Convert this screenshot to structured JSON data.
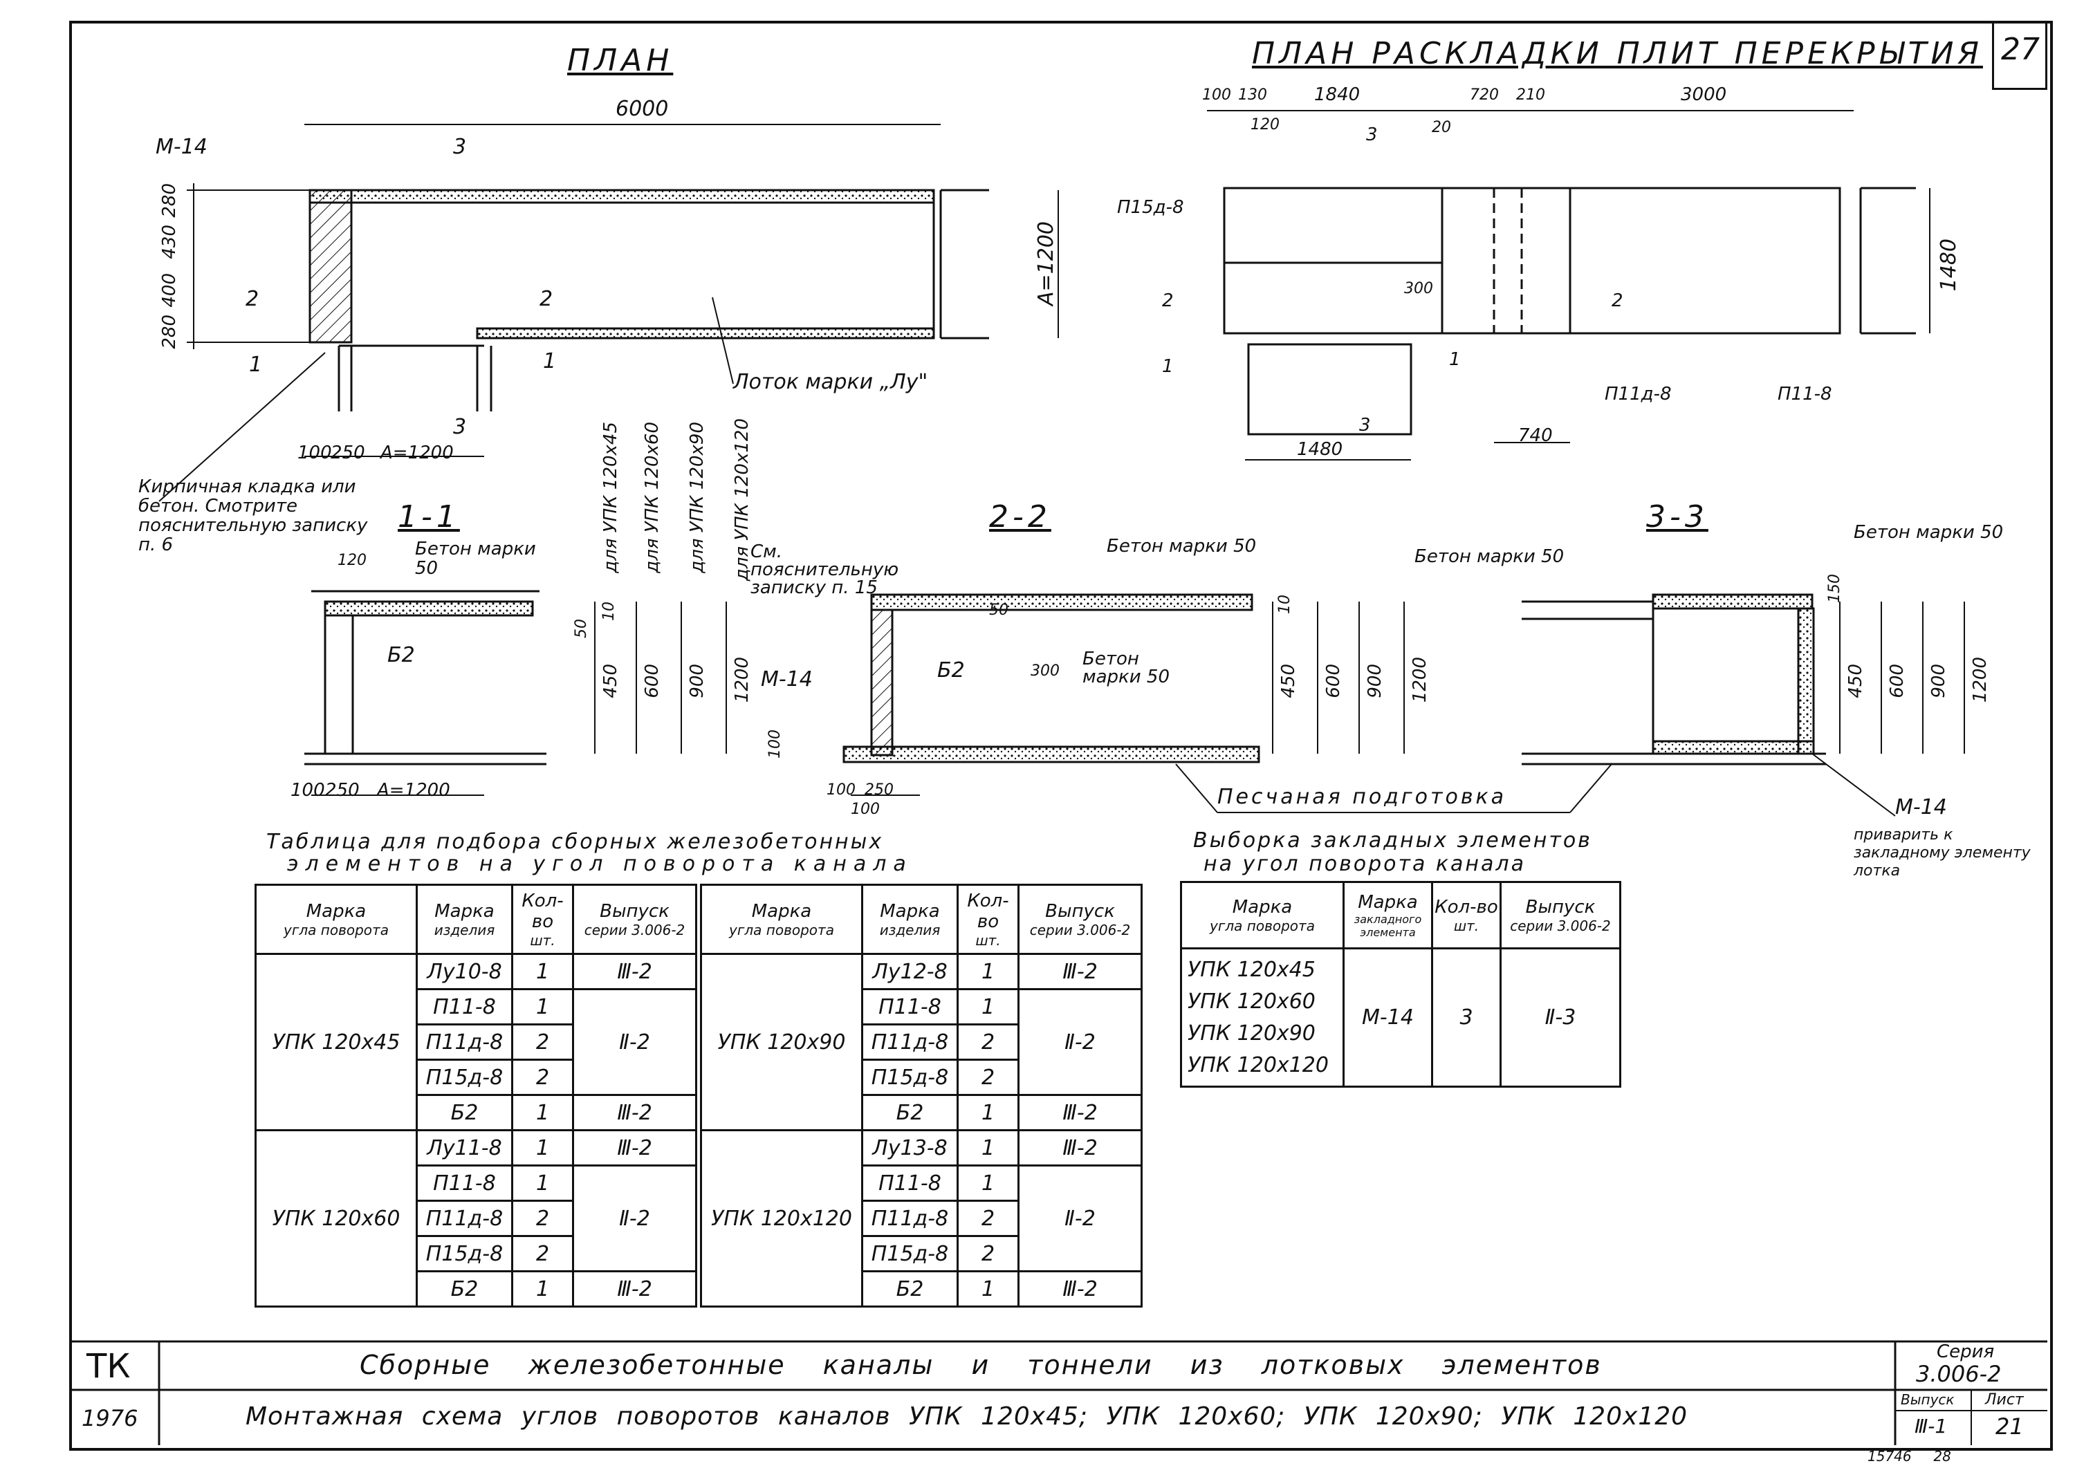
{
  "sheet_number": "27",
  "plan": {
    "title": "ПЛАН",
    "dim_total": "6000",
    "mark_m14": "М-14",
    "section_3": "3",
    "section_2": "2",
    "section_1": "1",
    "dims_left": [
      "280",
      "400",
      "430",
      "280"
    ],
    "dim_a": "A=1200",
    "lotok_label": "Лоток марки „Лу\"",
    "dims_bottom": [
      "100",
      "250",
      "A=1200"
    ],
    "brick_note": "Кирпичная кладка или бетон. Смотрите пояснительную записку п. 6"
  },
  "layout_plan": {
    "title": "ПЛАН РАСКЛАДКИ ПЛИТ ПЕРЕКРЫТИЯ",
    "dims_top": [
      "100",
      "130",
      "1840",
      "720",
      "210",
      "3000"
    ],
    "dim_120": "120",
    "dim_20": "20",
    "dim_300": "300",
    "dim_1480_right": "1480",
    "dim_1480_bottom": "1480",
    "dim_740": "740",
    "marks": [
      "П15д-8",
      "П11д-8",
      "П11-8"
    ]
  },
  "section_1_1": {
    "title": "1-1",
    "concrete_label": "Бетон марки 50",
    "mark_b2": "Б2",
    "dim_120": "120",
    "dim_50": "50",
    "dim_10": "10",
    "dims_bottom": [
      "100",
      "250",
      "A=1200"
    ],
    "heights": [
      {
        "value": "450",
        "caption": "для УПК 120х45"
      },
      {
        "value": "600",
        "caption": "для УПК 120х60"
      },
      {
        "value": "900",
        "caption": "для УПК 120х90"
      },
      {
        "value": "1200",
        "caption": "для УПК 120х120"
      }
    ]
  },
  "section_2_2": {
    "title": "2-2",
    "note": "См. пояснительную записку п. 15",
    "concrete_label_top": "Бетон марки 50",
    "concrete_label_mid": "Бетон марки 50",
    "mark_b2": "Б2",
    "mark_m14": "М-14",
    "dim_300": "300",
    "dim_50": "50",
    "dim_10": "10",
    "dim_100": "100",
    "dims_bottom": [
      "100",
      "250",
      "100"
    ],
    "heights": [
      "450",
      "600",
      "900",
      "1200"
    ]
  },
  "section_3_3": {
    "title": "3-3",
    "concrete_left": "Бетон марки 50",
    "concrete_right": "Бетон марки 50",
    "dim_150": "150",
    "heights": [
      "450",
      "600",
      "900",
      "1200"
    ]
  },
  "sand_label": "Песчаная подготовка",
  "m14_note": {
    "mark": "М-14",
    "text": "приварить к закладному элементу лотка"
  },
  "table1": {
    "title_line1": "Таблица для подбора сборных железобетонных",
    "title_line2": "элементов на угол поворота канала",
    "headers": [
      "Марка угла поворота",
      "Марка изделия",
      "Кол-во шт.",
      "Выпуск серии 3.006-2"
    ],
    "header_sub": [
      "угла поворота",
      "изделия",
      "шт.",
      "серии 3.006-2"
    ],
    "header_main": [
      "Марка",
      "Марка",
      "Кол-во",
      "Выпуск"
    ],
    "left_groups": [
      {
        "angle": "УПК 120х45",
        "rows": [
          {
            "mark": "Лу10-8",
            "qty": "1",
            "issue": "Ⅲ-2"
          },
          {
            "mark": "П11-8",
            "qty": "1",
            "issue": ""
          },
          {
            "mark": "П11д-8",
            "qty": "2",
            "issue": "Ⅱ-2"
          },
          {
            "mark": "П15д-8",
            "qty": "2",
            "issue": ""
          },
          {
            "mark": "Б2",
            "qty": "1",
            "issue": "Ⅲ-2"
          }
        ]
      },
      {
        "angle": "УПК 120х60",
        "rows": [
          {
            "mark": "Лу11-8",
            "qty": "1",
            "issue": "Ⅲ-2"
          },
          {
            "mark": "П11-8",
            "qty": "1",
            "issue": ""
          },
          {
            "mark": "П11д-8",
            "qty": "2",
            "issue": "Ⅱ-2"
          },
          {
            "mark": "П15д-8",
            "qty": "2",
            "issue": ""
          },
          {
            "mark": "Б2",
            "qty": "1",
            "issue": "Ⅲ-2"
          }
        ]
      }
    ],
    "right_groups": [
      {
        "angle": "УПК 120х90",
        "rows": [
          {
            "mark": "Лу12-8",
            "qty": "1",
            "issue": "Ⅲ-2"
          },
          {
            "mark": "П11-8",
            "qty": "1",
            "issue": ""
          },
          {
            "mark": "П11д-8",
            "qty": "2",
            "issue": "Ⅱ-2"
          },
          {
            "mark": "П15д-8",
            "qty": "2",
            "issue": ""
          },
          {
            "mark": "Б2",
            "qty": "1",
            "issue": "Ⅲ-2"
          }
        ]
      },
      {
        "angle": "УПК 120х120",
        "rows": [
          {
            "mark": "Лу13-8",
            "qty": "1",
            "issue": "Ⅲ-2"
          },
          {
            "mark": "П11-8",
            "qty": "1",
            "issue": ""
          },
          {
            "mark": "П11д-8",
            "qty": "2",
            "issue": "Ⅱ-2"
          },
          {
            "mark": "П15д-8",
            "qty": "2",
            "issue": ""
          },
          {
            "mark": "Б2",
            "qty": "1",
            "issue": "Ⅲ-2"
          }
        ]
      }
    ]
  },
  "table2": {
    "title_line1": "Выборка закладных элементов",
    "title_line2": "на угол поворота канала",
    "header_main": [
      "Марка",
      "Марка",
      "Кол-во",
      "Выпуск"
    ],
    "header_sub": [
      "угла поворота",
      "закладного элемента",
      "шт.",
      "серии 3.006-2"
    ],
    "angles": [
      "УПК 120х45",
      "УПК 120х60",
      "УПК 120х90",
      "УПК 120х120"
    ],
    "element": "М-14",
    "qty": "3",
    "issue": "Ⅱ-3"
  },
  "title_block": {
    "code": "ТК",
    "year": "1976",
    "line1": "Сборные железобетонные каналы и тоннели из лотковых элементов",
    "line2": "Монтажная схема углов поворотов каналов УПК 120х45; УПК 120х60; УПК 120х90; УПК 120х120",
    "series_label": "Серия",
    "series_value": "3.006-2",
    "issue_label": "Выпуск",
    "issue_value": "Ⅲ-1",
    "sheet_label": "Лист",
    "sheet_value": "21"
  },
  "footer_stamp": "15746     28"
}
